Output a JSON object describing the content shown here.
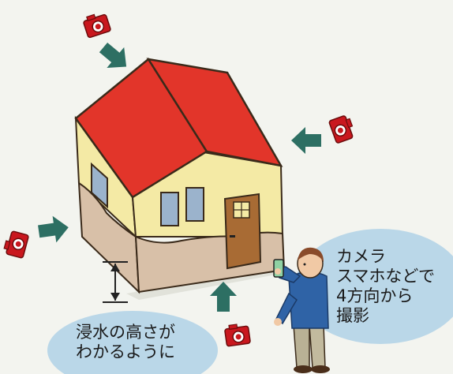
{
  "callouts": {
    "photo_instruction": {
      "lines": [
        "カメラ",
        "スマホなどで",
        "4方向から",
        "撮影"
      ]
    },
    "height_instruction": {
      "lines": [
        "浸水の高さが",
        "わかるように"
      ]
    }
  },
  "icons": [
    "camera-icon",
    "arrow-icon",
    "house-illustration",
    "person-with-smartphone",
    "height-indicator-icon"
  ],
  "colors": {
    "background": "#f3f4ef",
    "roof": "#e2352a",
    "wall": "#f4eaa5",
    "wall_flooded": "#d8c0a8",
    "door": "#a86b34",
    "arrow": "#2d6f63",
    "bubble": "#bad7e8",
    "camera": "#c9171e",
    "shirt": "#2f63a6"
  }
}
